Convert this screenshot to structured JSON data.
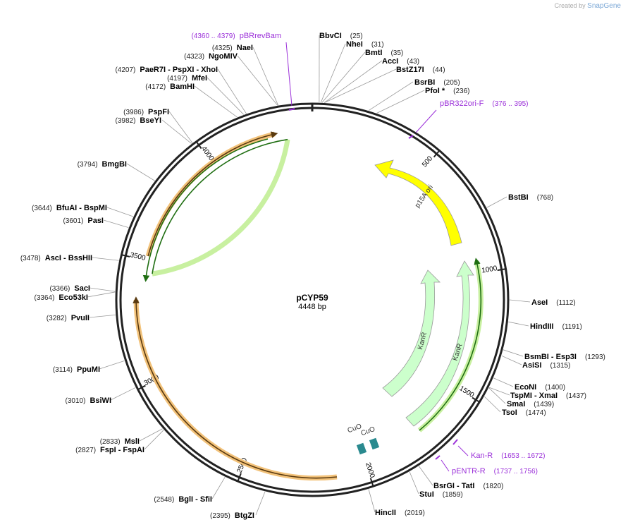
{
  "credit": {
    "prefix": "Created by",
    "brand": "SnapGene"
  },
  "plasmid": {
    "name": "pCYP59",
    "length_label": "4448 bp",
    "length": 4448
  },
  "ticks": [
    "500",
    "1000",
    "1500",
    "2000",
    "2500",
    "3000",
    "3500",
    "4000"
  ],
  "sites": [
    {
      "name": "BbvCI",
      "pos": "(25)"
    },
    {
      "name": "NheI",
      "pos": "(31)"
    },
    {
      "name": "BmtI",
      "pos": "(35)"
    },
    {
      "name": "AccI",
      "pos": "(43)"
    },
    {
      "name": "BstZ17I",
      "pos": "(44)"
    },
    {
      "name": "BsrBI",
      "pos": "(205)"
    },
    {
      "name": "PfoI *",
      "pos": "(236)"
    },
    {
      "name": "BstBI",
      "pos": "(768)"
    },
    {
      "name": "AseI",
      "pos": "(1112)"
    },
    {
      "name": "HindIII",
      "pos": "(1191)"
    },
    {
      "name": "BsmBI - Esp3I",
      "pos": "(1293)"
    },
    {
      "name": "AsiSI",
      "pos": "(1315)"
    },
    {
      "name": "EcoNI",
      "pos": "(1400)"
    },
    {
      "name": "TspMI - XmaI",
      "pos": "(1437)"
    },
    {
      "name": "SmaI",
      "pos": "(1439)"
    },
    {
      "name": "TsoI",
      "pos": "(1474)"
    },
    {
      "name": "BsrGI - TatI",
      "pos": "(1820)"
    },
    {
      "name": "StuI",
      "pos": "(1859)"
    },
    {
      "name": "HincII",
      "pos": "(2019)"
    },
    {
      "name": "BtgZI",
      "pos": "(2395)"
    },
    {
      "name": "BglI - SfiI",
      "pos": "(2548)"
    },
    {
      "name": "MslI",
      "pos": "(2833)"
    },
    {
      "name": "FspI - FspAI",
      "pos": "(2827)"
    },
    {
      "name": "BsiWI",
      "pos": "(3010)"
    },
    {
      "name": "PpuMI",
      "pos": "(3114)"
    },
    {
      "name": "PvuII",
      "pos": "(3282)"
    },
    {
      "name": "SacI",
      "pos": "(3366)"
    },
    {
      "name": "Eco53kI",
      "pos": "(3364)"
    },
    {
      "name": "AscI - BssHII",
      "pos": "(3478)"
    },
    {
      "name": "PasI",
      "pos": "(3601)"
    },
    {
      "name": "BfuAI - BspMI",
      "pos": "(3644)"
    },
    {
      "name": "BmgBI",
      "pos": "(3794)"
    },
    {
      "name": "BseYI",
      "pos": "(3982)"
    },
    {
      "name": "PspFI",
      "pos": "(3986)"
    },
    {
      "name": "BamHI",
      "pos": "(4172)"
    },
    {
      "name": "MfeI",
      "pos": "(4197)"
    },
    {
      "name": "PaeR7I - PspXI - XhoI",
      "pos": "(4207)"
    },
    {
      "name": "NgoMIV",
      "pos": "(4323)"
    },
    {
      "name": "NaeI",
      "pos": "(4325)"
    }
  ],
  "primers": [
    {
      "name": "pBRrevBam",
      "pos": "(4360 .. 4379)"
    },
    {
      "name": "pBR322ori-F",
      "pos": "(376 .. 395)"
    },
    {
      "name": "Kan-R",
      "pos": "(1653 .. 1672)"
    },
    {
      "name": "pENTR-R",
      "pos": "(1737 .. 1756)"
    }
  ],
  "features": [
    {
      "name": "p15A ori",
      "color": "#ffff00"
    },
    {
      "name": "KanR",
      "color": "#ccffcc"
    },
    {
      "name": "KanR",
      "color": "#ccffcc"
    },
    {
      "name": "CuO",
      "color": "#2a8a8f"
    },
    {
      "name": "CuO",
      "color": "#2a8a8f"
    }
  ],
  "colors": {
    "primer": "#9b30d9",
    "orange_orf": "#f2c27a",
    "green_orf": "#c8f0a0"
  }
}
